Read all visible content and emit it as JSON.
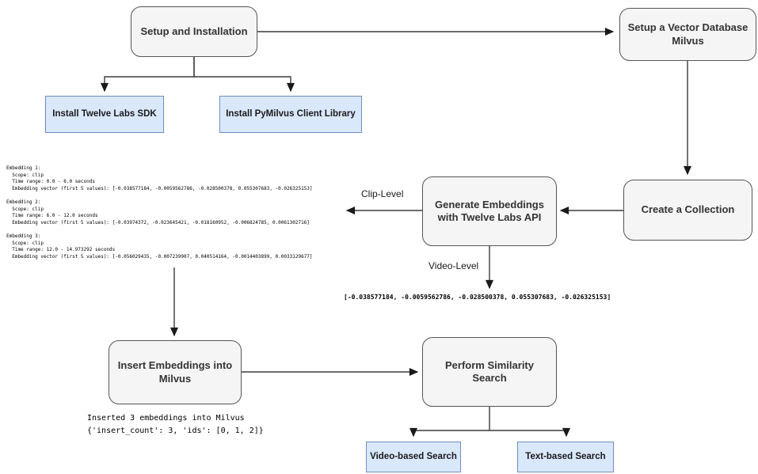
{
  "diagram": {
    "title_hint": "Twelve Labs + Milvus workflow flowchart",
    "nodes": {
      "setup_installation": {
        "label": "Setup and Installation"
      },
      "setup_vector_db": {
        "label": "Setup a Vector Database Milvus"
      },
      "install_sdk": {
        "label": "Install Twelve Labs SDK"
      },
      "install_pymilvus": {
        "label": "Install PyMilvus Client Library"
      },
      "generate_embeddings": {
        "label": "Generate Embeddings with Twelve Labs API"
      },
      "create_collection": {
        "label": "Create a Collection"
      },
      "insert_embeddings": {
        "label": "Insert Embeddings into Milvus"
      },
      "perform_search": {
        "label": "Perform Similarity Search"
      },
      "video_search": {
        "label": "Video-based Search"
      },
      "text_search": {
        "label": "Text-based Search"
      }
    },
    "edge_labels": {
      "clip_level": "Clip-Level",
      "video_level": "Video-Level"
    }
  },
  "console_output": {
    "clip_embeddings": [
      "Embedding 1:",
      "  Scope: clip",
      "  Time range: 0.0 - 6.0 seconds",
      "  Embedding vector (first 5 values): [-0.038577184, -0.0059562786, -0.028500378, 0.055307683, -0.026325153]",
      "",
      "Embedding 2:",
      "  Scope: clip",
      "  Time range: 6.0 - 12.0 seconds",
      "  Embedding vector (first 5 values): [-0.03974372, -0.023645421, -0.018160952, -0.006824785, 0.0061302716]",
      "",
      "Embedding 3:",
      "  Scope: clip",
      "  Time range: 12.0 - 14.973292 seconds",
      "  Embedding vector (first 5 values): [-0.056029435, -0.007239907, 0.040514164, -0.0014403899, 0.0033129677]"
    ],
    "video_embedding_vector": "[-0.038577184, -0.0059562786, -0.028500378, 0.055307683, -0.026325153]",
    "insert_result": [
      "Inserted 3 embeddings into Milvus",
      "{'insert_count': 3, 'ids': [0, 1, 2]}"
    ]
  },
  "colors": {
    "process_fill": "#f5f5f5",
    "process_border": "#565656",
    "action_fill": "#dae8fc",
    "action_border": "#6c8ebf",
    "connector": "#3b3b3b",
    "text": "#333333"
  }
}
